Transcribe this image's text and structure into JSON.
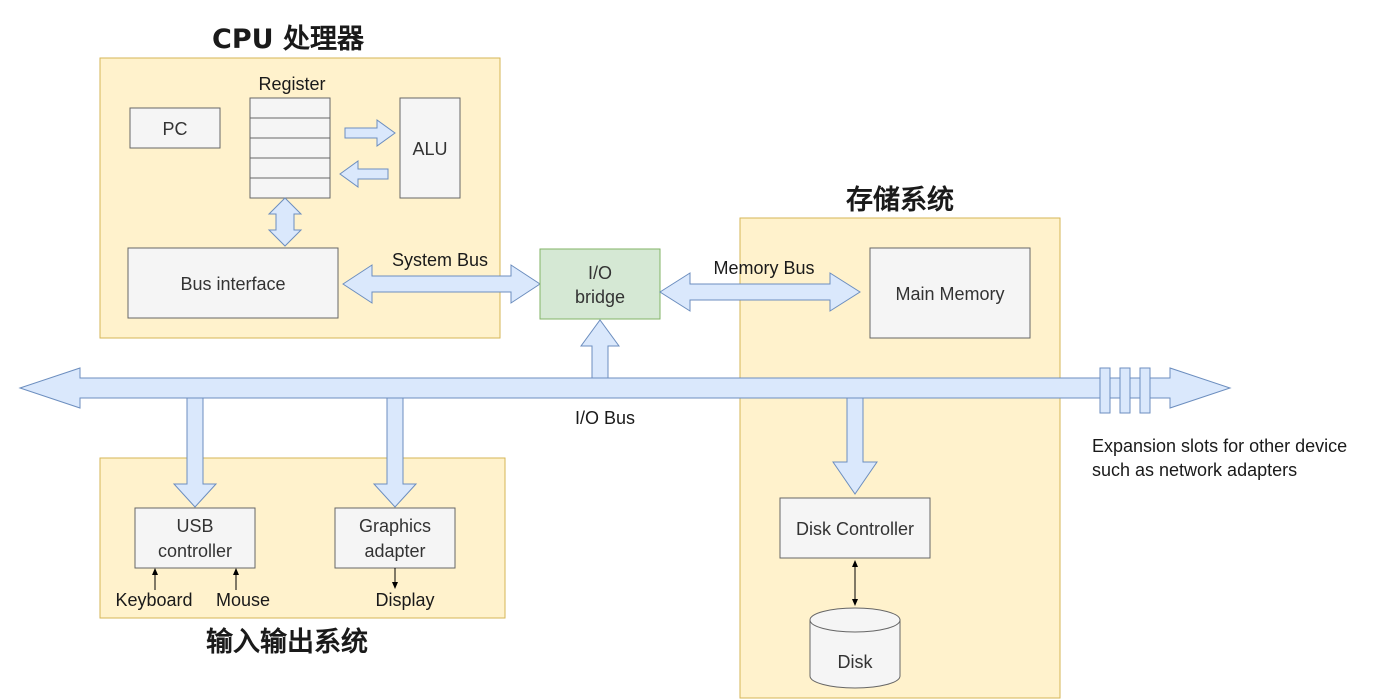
{
  "colors": {
    "region_fill": "#fff2cc",
    "region_stroke": "#d6b656",
    "box_fill": "#f5f5f5",
    "box_stroke": "#666666",
    "bridge_fill": "#d5e8d4",
    "bridge_stroke": "#82b366",
    "bus_fill": "#dae8fc",
    "bus_stroke": "#6c8ebf"
  },
  "cpu": {
    "title": "CPU 处理器",
    "pc": "PC",
    "register": "Register",
    "alu": "ALU",
    "bus_interface": "Bus interface"
  },
  "storage": {
    "title": "存储系统",
    "main_memory": "Main Memory",
    "disk_controller": "Disk Controller",
    "disk": "Disk"
  },
  "io_system": {
    "title": "输入输出系统",
    "usb_controller": [
      "USB",
      "controller"
    ],
    "graphics_adapter": [
      "Graphics",
      "adapter"
    ],
    "keyboard": "Keyboard",
    "mouse": "Mouse",
    "display": "Display"
  },
  "bridge": [
    "I/O",
    "bridge"
  ],
  "buses": {
    "system_bus": "System Bus",
    "memory_bus": "Memory Bus",
    "io_bus": "I/O Bus"
  },
  "expansion_note": [
    "Expansion slots for other device",
    "such as network adapters"
  ]
}
